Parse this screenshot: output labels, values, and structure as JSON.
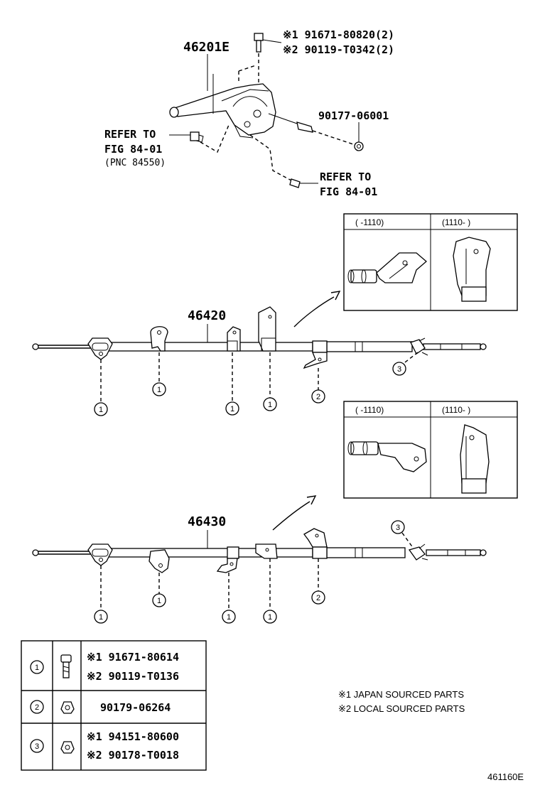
{
  "top": {
    "lever_part": "46201E",
    "bolt_note_1": "※1 91671-80820(2)",
    "bolt_note_2": "※2 90119-T0342(2)",
    "nut_part": "90177-06001",
    "refer_left_1": "REFER TO",
    "refer_left_2": "FIG 84-01",
    "refer_left_3": "(PNC 84550)",
    "refer_right_1": "REFER TO",
    "refer_right_2": "FIG 84-01"
  },
  "cable1": {
    "part": "46420",
    "callouts": [
      "1",
      "1",
      "1",
      "1",
      "2",
      "3"
    ],
    "inset": {
      "left_header": "(      -1110)",
      "right_header": "(1110-      )"
    }
  },
  "cable2": {
    "part": "46430",
    "callouts": [
      "1",
      "1",
      "1",
      "1",
      "2",
      "3"
    ],
    "inset": {
      "left_header": "(      -1110)",
      "right_header": "(1110-      )"
    }
  },
  "legend_table": {
    "rows": [
      {
        "key": "1",
        "icon": "bolt-icon",
        "lines": [
          "※1 91671-80614",
          "※2 90119-T0136"
        ]
      },
      {
        "key": "2",
        "icon": "nut-icon",
        "lines": [
          "90179-06264"
        ]
      },
      {
        "key": "3",
        "icon": "nut-icon",
        "lines": [
          "※1 94151-80600",
          "※2 90178-T0018"
        ]
      }
    ]
  },
  "notes": {
    "note1": "※1 JAPAN SOURCED PARTS",
    "note2": "※2 LOCAL SOURCED PARTS"
  },
  "figure_code": "461160E"
}
